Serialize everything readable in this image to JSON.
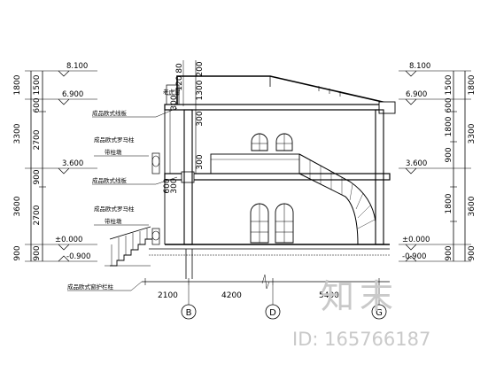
{
  "left_dims": {
    "outer": [
      "1800",
      "3300",
      "3600",
      "900"
    ],
    "inner": [
      "1500",
      "600",
      "2700",
      "900",
      "2700",
      "900"
    ]
  },
  "right_dims": {
    "inner": [
      "1500",
      "600",
      "1800",
      "900",
      "1800",
      "900"
    ],
    "outer": [
      "1800",
      "3300",
      "3600",
      "900"
    ]
  },
  "levels_left": [
    "8.100",
    "6.900",
    "3.600",
    "±0.000",
    "-0.900"
  ],
  "levels_right": [
    "8.100",
    "6.900",
    "3.600",
    "±0.000",
    "-0.900"
  ],
  "center_dims": {
    "upper": [
      "200",
      "1300",
      "300",
      "300"
    ],
    "lower": [
      "300",
      "600"
    ],
    "small": [
      "80",
      "120",
      "300"
    ]
  },
  "notes": [
    "成品欧式线板",
    "成品欧式罗马柱",
    "带柱墩",
    "成品欧式线板",
    "成品欧式罗马柱",
    "带柱墩",
    "成品欧式窗护栏柱"
  ],
  "small_note": "老虎窗",
  "bottom_dims": [
    "2100",
    "4200",
    "5400"
  ],
  "axes": [
    "B",
    "D",
    "G"
  ],
  "watermark": {
    "logo": "知末",
    "id": "ID: 165766187"
  }
}
